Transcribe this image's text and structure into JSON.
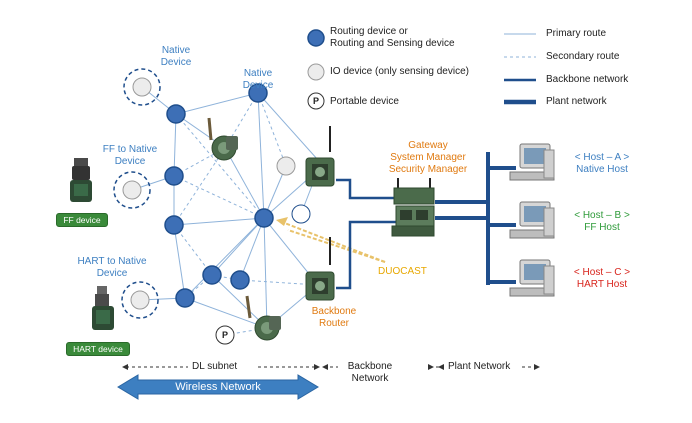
{
  "labels": {
    "native_device_1": [
      "Native",
      "Device"
    ],
    "native_device_2": [
      "Native",
      "Device"
    ],
    "ff_to_native": [
      "FF to Native",
      "Device"
    ],
    "hart_to_native": [
      "HART to Native",
      "Device"
    ],
    "ff_device": "FF device",
    "hart_device": "HART device",
    "gateway": [
      "Gateway",
      "System Manager",
      "Security Manager"
    ],
    "backbone_router": [
      "Backbone",
      "Router"
    ],
    "duocast": "DUOCAST",
    "host_a": [
      "< Host – A >",
      "Native Host"
    ],
    "host_b": [
      "< Host – B >",
      "FF Host"
    ],
    "host_c": [
      "< Host – C >",
      "HART Host"
    ],
    "dl_subnet": "DL subnet",
    "backbone_network": [
      "Backbone",
      "Network"
    ],
    "plant_network": "Plant Network",
    "wireless_network": "Wireless Network",
    "portable_symbol": "P"
  },
  "legend": {
    "routing_device": [
      "Routing device or",
      "Routing and Sensing device"
    ],
    "io_device": "IO device (only sensing device)",
    "portable_device": "Portable device",
    "primary_route": "Primary route",
    "secondary_route": "Secondary route",
    "backbone_network": "Backbone network",
    "plant_network": "Plant network"
  },
  "colors": {
    "routing_fill": "#3d6fb6",
    "routing_stroke": "#1f4e8c",
    "io_fill": "#ececec",
    "network_line": "#1f4e8c",
    "secondary_line": "#8fb3da",
    "wireless_arrow": "#3d7fc1",
    "device_green": "#3a8a3a"
  }
}
